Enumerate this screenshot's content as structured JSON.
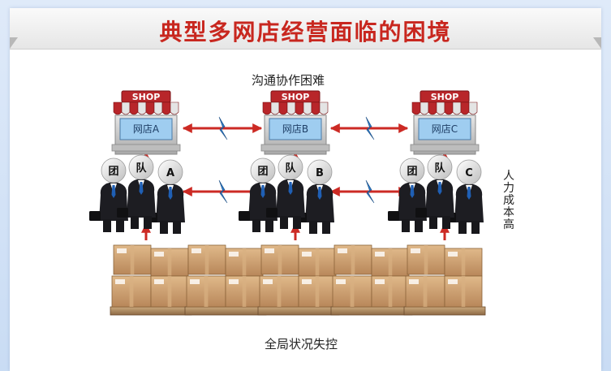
{
  "title": "典型多网店经营面临的困境",
  "top_label": "沟通协作困难",
  "bottom_label": "全局状况失控",
  "side_label": "人力成本高",
  "shops": [
    {
      "sign": "SHOP",
      "name": "网店A"
    },
    {
      "sign": "SHOP",
      "name": "网店B"
    },
    {
      "sign": "SHOP",
      "name": "网店C"
    }
  ],
  "teams": [
    {
      "chars": [
        "团",
        "队",
        "A"
      ]
    },
    {
      "chars": [
        "团",
        "队",
        "B"
      ]
    },
    {
      "chars": [
        "团",
        "队",
        "C"
      ]
    }
  ],
  "colors": {
    "title_red": "#c8271f",
    "arrow_red": "#cc2a24",
    "lightning_blue": "#2a79c8",
    "awning_red": "#b8262a",
    "box_brown": "#c89866"
  }
}
